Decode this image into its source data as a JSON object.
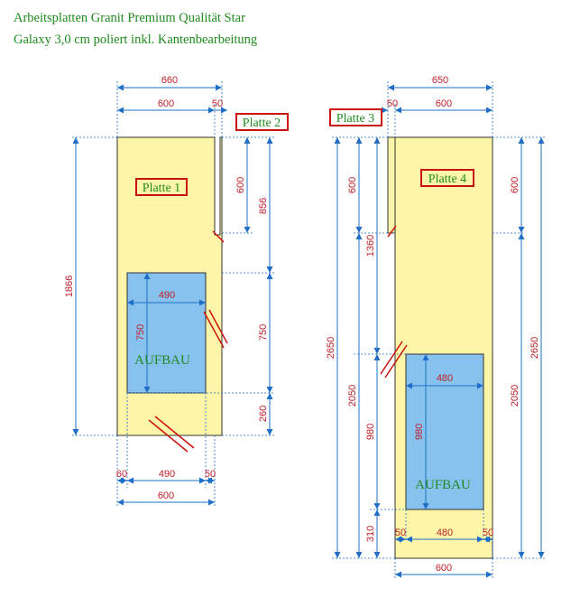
{
  "heading": {
    "line1": "Arbeitsplatten Granit Premium Qualität Star",
    "line2": "Galaxy 3,0 cm poliert inkl. Kantenbearbeitung"
  },
  "colors": {
    "slab": "#fdf6a8",
    "cutout": "#87c1ee",
    "dimension": "#1f6fc8",
    "dim_text": "#c0202a",
    "label_text": "#1f8a1f",
    "label_border": "#cc1111"
  },
  "left": {
    "dim_660": "660",
    "dim_600_top": "600",
    "dim_50_top": "50",
    "dim_1866": "1866",
    "dim_600_right": "600",
    "dim_856": "856",
    "dim_750_right": "750",
    "dim_260": "260",
    "dim_490_inner": "490",
    "dim_750_inner": "750",
    "dim_60_bottom": "60",
    "dim_490_bottom": "490",
    "dim_50_bottom": "50",
    "dim_600_bottom": "600",
    "label_platte1": "Platte 1",
    "label_platte2": "Platte 2",
    "aufbau": "AUFBAU"
  },
  "right": {
    "dim_650": "650",
    "dim_50_top": "50",
    "dim_600_top": "600",
    "dim_2650_left": "2650",
    "dim_600_left": "600",
    "dim_1360": "1360",
    "dim_2050_left": "2050",
    "dim_980_left": "980",
    "dim_310": "310",
    "dim_600_right": "600",
    "dim_2050_right": "2050",
    "dim_2650_right": "2650",
    "dim_480_inner": "480",
    "dim_980_inner": "980",
    "dim_50_bottom_left": "50",
    "dim_480_bottom": "480",
    "dim_50_bottom_right": "50",
    "dim_600_bottom": "600",
    "label_platte3": "Platte 3",
    "label_platte4": "Platte 4",
    "aufbau": "AUFBAU"
  }
}
